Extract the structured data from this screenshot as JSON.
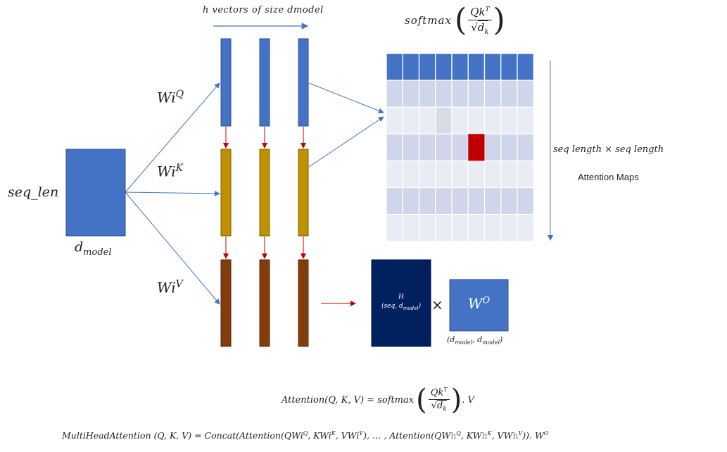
{
  "diagram": {
    "top_label": "h vectors of size dmodel",
    "softmax_top": {
      "fn": "softmax",
      "numerator": "Qk",
      "numerator_sup": "T",
      "denominator": "d",
      "denominator_sub": "k"
    },
    "input": {
      "row_label": "seq_len",
      "col_label": "d",
      "col_label_sub": "model"
    },
    "weights": [
      {
        "base": "Wi",
        "sup": "Q"
      },
      {
        "base": "Wi",
        "sup": "K"
      },
      {
        "base": "Wi",
        "sup": "V"
      }
    ],
    "attention_map": {
      "dims_label": "seq length × seq length",
      "caption": "Attention Maps"
    },
    "concat_block": {
      "title": "H",
      "dims_open": "(seq, d",
      "dims_sub": "model",
      "dims_close": ")"
    },
    "times_symbol": "×",
    "output_block": {
      "label": "W",
      "sup": "O"
    },
    "output_dims": {
      "text_a": "(d",
      "sub_a": "model",
      "text_b": ", d",
      "sub_b": "model",
      "text_c": ")"
    },
    "formula_1": {
      "lhs": "Attention(Q, K, V) = softmax",
      "numerator": "Qk",
      "numerator_sup": "T",
      "denominator": "d",
      "denominator_sub": "k",
      "rhs": ". V"
    },
    "formula_2": {
      "lhs": "MultiHeadAttention (Q, K, V) = Concat(Attention(QWi",
      "s1": "Q",
      "p1": ", KWi",
      "s2": "K",
      "p2": ", VWi",
      "s3": "V",
      "p3": "), … , Attention(QW",
      "h1": "h",
      "s4": "Q",
      "p4": ", KW",
      "h2": "h",
      "s5": "K",
      "p5": ", VW",
      "h3": "h",
      "s6": "V",
      "p6": ")). W",
      "s7": "O"
    },
    "colors": {
      "blue": "#4472C4",
      "gold": "#BF9000",
      "brown": "#843C0C",
      "navy": "#002060",
      "highlight_red": "#C00000",
      "grid_dark": "#CFD5EA",
      "grid_light": "#E9EBF5",
      "arrow_red": "#C00000"
    }
  }
}
